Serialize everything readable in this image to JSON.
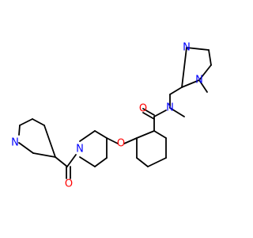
{
  "molecule": {
    "element_colors": {
      "N": "#0000ff",
      "O": "#ff0000"
    },
    "atom_labels": {
      "o_carbonyl_amide": "O",
      "n_amide": "N",
      "n_imidazole_ring": "N",
      "n_imidazole_methyl": "N",
      "o_ether": "O",
      "n_piperidine": "N",
      "n_pyridine": "N",
      "o_carbonyl_nicotinoyl": "O"
    },
    "atom_elements": {
      "o_carbonyl_amide": "O",
      "n_amide": "N",
      "n_imidazole_ring": "N",
      "n_imidazole_methyl": "N",
      "o_ether": "O",
      "n_piperidine": "N",
      "n_pyridine": "N",
      "o_carbonyl_nicotinoyl": "O"
    }
  }
}
